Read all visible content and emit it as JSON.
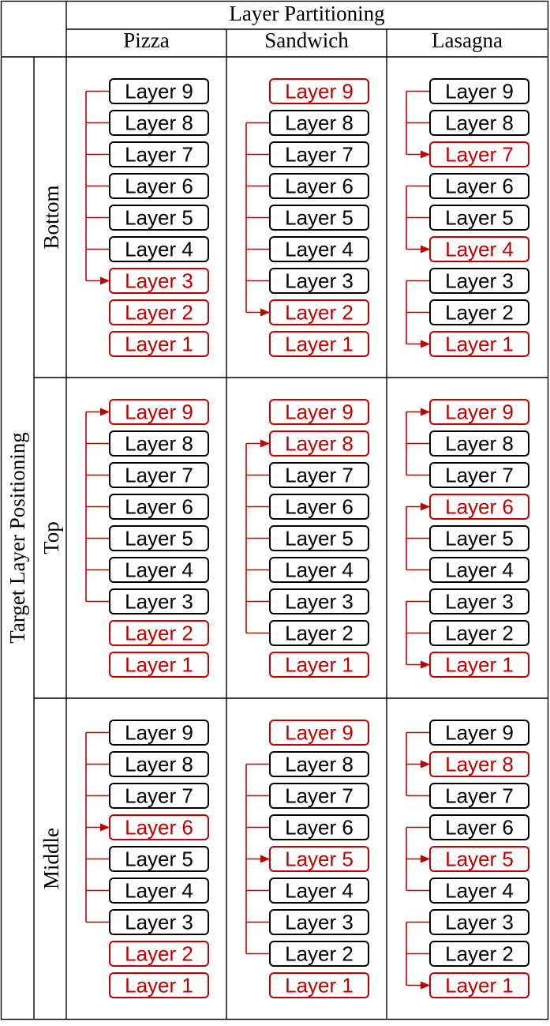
{
  "colors": {
    "target": "#c00000",
    "normal": "#000000",
    "grid": "#000000"
  },
  "header": {
    "partitioning_title": "Layer Partitioning",
    "partitionings": [
      "Pizza",
      "Sandwich",
      "Lasagna"
    ]
  },
  "row_group": {
    "title": "Target Layer Positioning",
    "positionings": [
      "Bottom",
      "Top",
      "Middle"
    ]
  },
  "cells": [
    [
      {
        "layers": [
          "Layer 9",
          "Layer 8",
          "Layer 7",
          "Layer 6",
          "Layer 5",
          "Layer 4",
          "Layer 3",
          "Layer 2",
          "Layer 1"
        ],
        "targets": [
          3,
          2,
          1
        ],
        "groups": [
          {
            "sources": [
              9,
              8,
              7,
              6,
              5,
              4
            ],
            "target": 3
          }
        ]
      },
      {
        "layers": [
          "Layer 9",
          "Layer 8",
          "Layer 7",
          "Layer 6",
          "Layer 5",
          "Layer 4",
          "Layer 3",
          "Layer 2",
          "Layer 1"
        ],
        "targets": [
          9,
          2,
          1
        ],
        "groups": [
          {
            "sources": [
              8,
              7,
              6,
              5,
              4,
              3
            ],
            "target": 2
          }
        ]
      },
      {
        "layers": [
          "Layer 9",
          "Layer 8",
          "Layer 7",
          "Layer 6",
          "Layer 5",
          "Layer 4",
          "Layer 3",
          "Layer 2",
          "Layer 1"
        ],
        "targets": [
          7,
          4,
          1
        ],
        "groups": [
          {
            "sources": [
              9,
              8
            ],
            "target": 7
          },
          {
            "sources": [
              6,
              5
            ],
            "target": 4
          },
          {
            "sources": [
              3,
              2
            ],
            "target": 1
          }
        ]
      }
    ],
    [
      {
        "layers": [
          "Layer 9",
          "Layer 8",
          "Layer 7",
          "Layer 6",
          "Layer 5",
          "Layer 4",
          "Layer 3",
          "Layer 2",
          "Layer 1"
        ],
        "targets": [
          9,
          2,
          1
        ],
        "groups": [
          {
            "sources": [
              8,
              7,
              6,
              5,
              4,
              3
            ],
            "target": 9
          }
        ]
      },
      {
        "layers": [
          "Layer 9",
          "Layer 8",
          "Layer 7",
          "Layer 6",
          "Layer 5",
          "Layer 4",
          "Layer 3",
          "Layer 2",
          "Layer 1"
        ],
        "targets": [
          9,
          8,
          1
        ],
        "groups": [
          {
            "sources": [
              7,
              6,
              5,
              4,
              3,
              2
            ],
            "target": 8
          }
        ]
      },
      {
        "layers": [
          "Layer 9",
          "Layer 8",
          "Layer 7",
          "Layer 6",
          "Layer 5",
          "Layer 4",
          "Layer 3",
          "Layer 2",
          "Layer 1"
        ],
        "targets": [
          9,
          6,
          1
        ],
        "groups": [
          {
            "sources": [
              8,
              7
            ],
            "target": 9
          },
          {
            "sources": [
              5,
              4
            ],
            "target": 6
          },
          {
            "sources": [
              3,
              2
            ],
            "target": 1
          }
        ]
      }
    ],
    [
      {
        "layers": [
          "Layer 9",
          "Layer 8",
          "Layer 7",
          "Layer 6",
          "Layer 5",
          "Layer 4",
          "Layer 3",
          "Layer 2",
          "Layer 1"
        ],
        "targets": [
          6,
          2,
          1
        ],
        "groups": [
          {
            "sources": [
              9,
              8,
              7,
              5,
              4,
              3
            ],
            "target": 6
          }
        ]
      },
      {
        "layers": [
          "Layer 9",
          "Layer 8",
          "Layer 7",
          "Layer 6",
          "Layer 5",
          "Layer 4",
          "Layer 3",
          "Layer 2",
          "Layer 1"
        ],
        "targets": [
          9,
          5,
          1
        ],
        "groups": [
          {
            "sources": [
              8,
              7,
              6,
              4,
              3,
              2
            ],
            "target": 5
          }
        ]
      },
      {
        "layers": [
          "Layer 9",
          "Layer 8",
          "Layer 7",
          "Layer 6",
          "Layer 5",
          "Layer 4",
          "Layer 3",
          "Layer 2",
          "Layer 1"
        ],
        "targets": [
          8,
          5,
          1
        ],
        "groups": [
          {
            "sources": [
              9,
              7
            ],
            "target": 8
          },
          {
            "sources": [
              6,
              4
            ],
            "target": 5
          },
          {
            "sources": [
              3,
              2
            ],
            "target": 1
          }
        ]
      }
    ]
  ]
}
